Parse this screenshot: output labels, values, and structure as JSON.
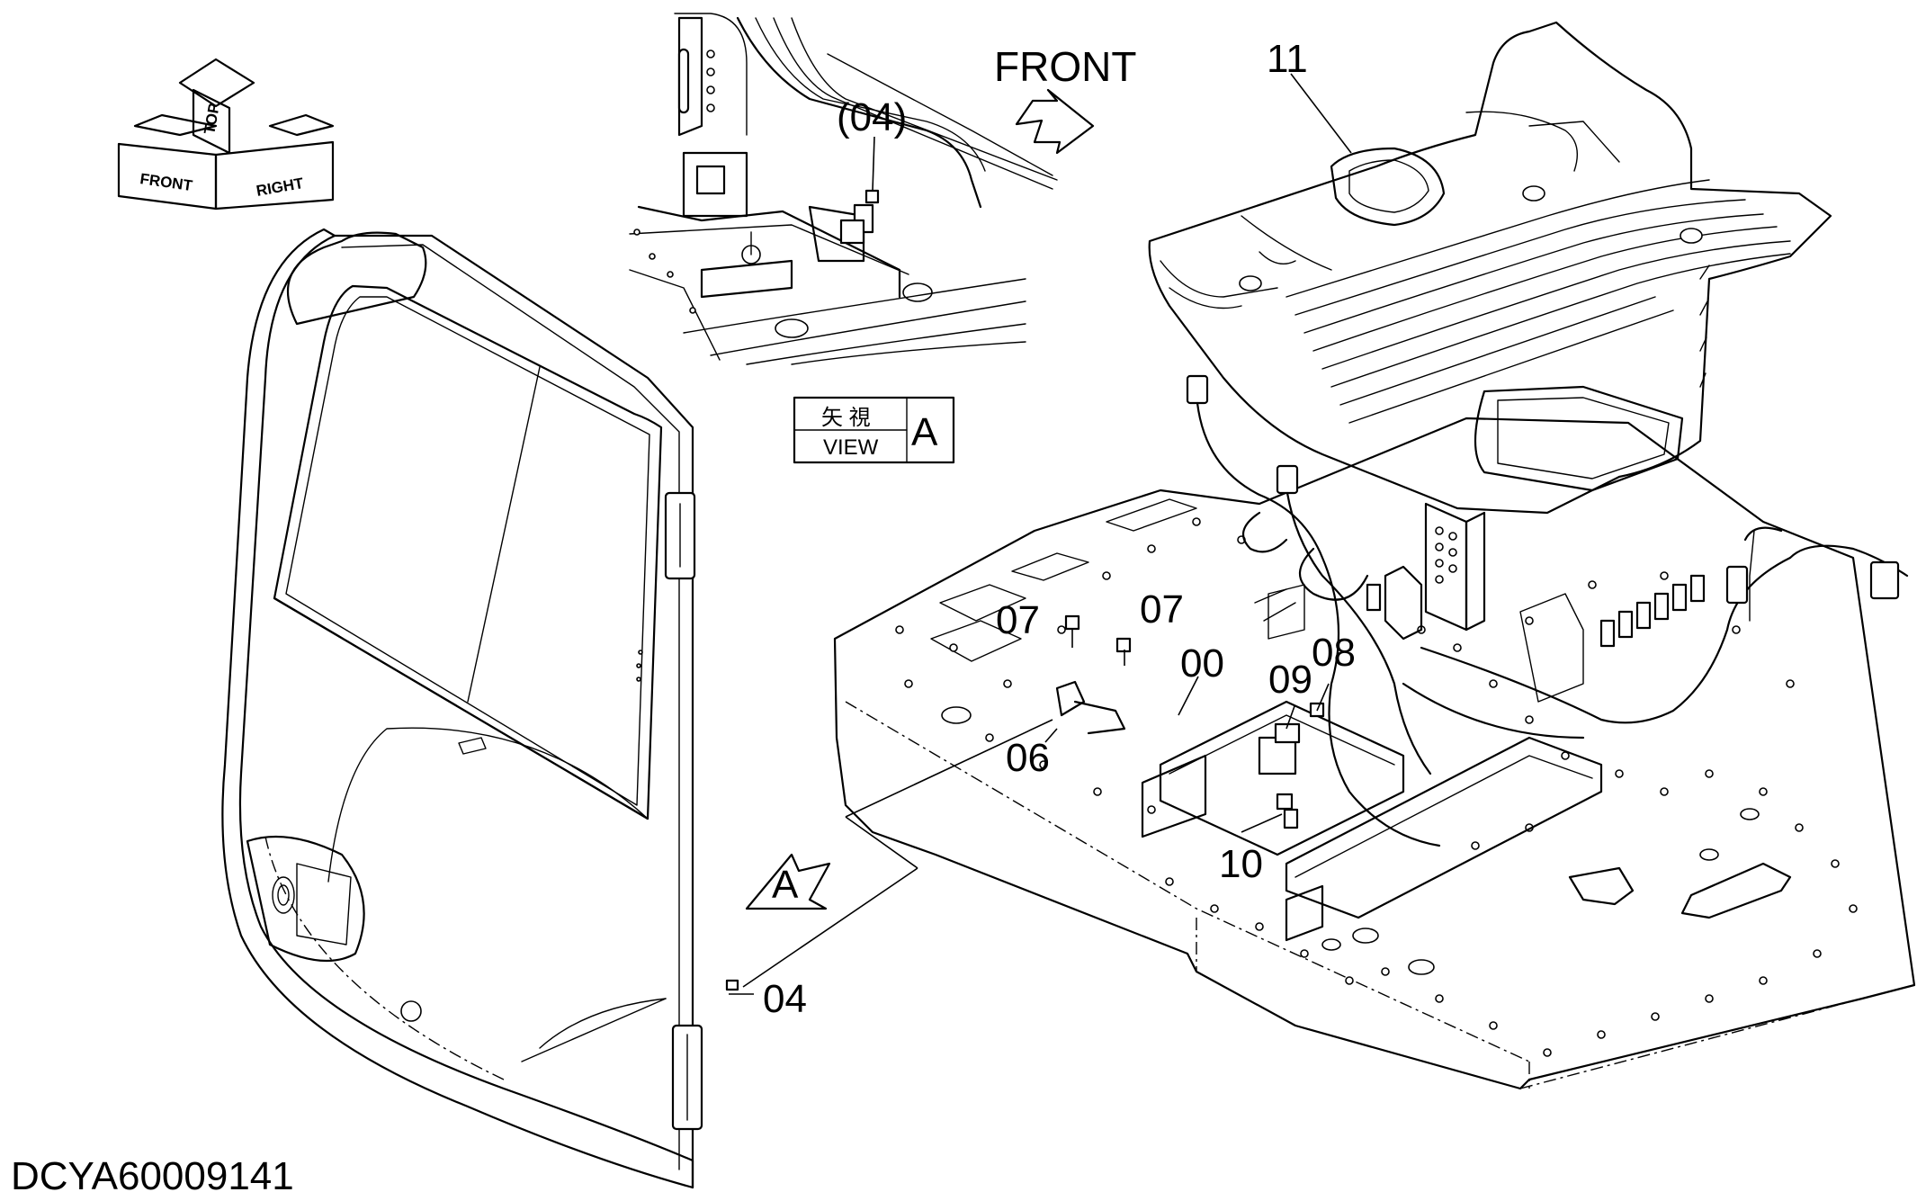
{
  "diagram_id": "DCYA60009141",
  "direction_label": "FRONT",
  "view_box": {
    "jp_label": "矢 視",
    "en_label": "VIEW",
    "letter": "A"
  },
  "view_arrow_letter": "A",
  "orientation_cube": {
    "front": "FRONT",
    "top": "TOP",
    "right": "RIGHT"
  },
  "callouts": [
    {
      "id": "c-11",
      "text": "11"
    },
    {
      "id": "c-04-paren",
      "text": "(04)"
    },
    {
      "id": "c-07-a",
      "text": "07"
    },
    {
      "id": "c-07-b",
      "text": "07"
    },
    {
      "id": "c-00",
      "text": "00"
    },
    {
      "id": "c-08",
      "text": "08"
    },
    {
      "id": "c-09",
      "text": "09"
    },
    {
      "id": "c-06",
      "text": "06"
    },
    {
      "id": "c-10",
      "text": "10"
    },
    {
      "id": "c-04",
      "text": "04"
    }
  ]
}
